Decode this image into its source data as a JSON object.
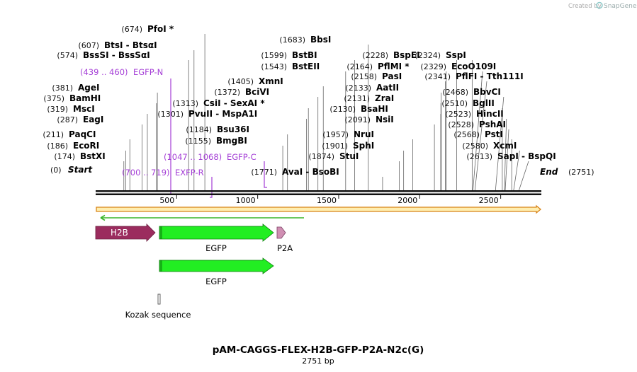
{
  "credit": {
    "prefix": "Created by",
    "brand": "SnapGene"
  },
  "title": "pAM-CAGGS-FLEX-H2B-GFP-P2A-N2c(G)",
  "subtitle": "2751 bp",
  "sequence_length": 2751,
  "scale_ticks": [
    "500",
    "1000",
    "1500",
    "2000",
    "2500"
  ],
  "colors": {
    "h2b": "#9b2c5e",
    "egfp": "#22ee22",
    "p2a": "#d08fb3",
    "primer": "#a43ed6",
    "orf_fill": "#ffeeb0",
    "orf_border": "#d8841a",
    "reading_frame": "#3ab52a"
  },
  "sites": [
    {
      "pos": "(0)",
      "name": "Start",
      "end": true
    },
    {
      "pos": "(174)",
      "name": "BstXI"
    },
    {
      "pos": "(186)",
      "name": "EcoRI"
    },
    {
      "pos": "(211)",
      "name": "PaqCI"
    },
    {
      "pos": "(287)",
      "name": "EagI"
    },
    {
      "pos": "(319)",
      "name": "MscI"
    },
    {
      "pos": "(375)",
      "name": "BamHI"
    },
    {
      "pos": "(381)",
      "name": "AgeI"
    },
    {
      "pos": "(574)",
      "name": "BssSI  - BssSαI"
    },
    {
      "pos": "(607)",
      "name": "BtsI  - BtsαI"
    },
    {
      "pos": "(674)",
      "name": "PfoI *"
    },
    {
      "pos": "(1155)",
      "name": "BmgBI"
    },
    {
      "pos": "(1184)",
      "name": "Bsu36I"
    },
    {
      "pos": "(1301)",
      "name": "PvuII  - MspA1I"
    },
    {
      "pos": "(1313)",
      "name": "CsiI  - SexAI *"
    },
    {
      "pos": "(1372)",
      "name": "BciVI"
    },
    {
      "pos": "(1405)",
      "name": "XmnI"
    },
    {
      "pos": "(1771)",
      "name": "AvaI  - BsoBI"
    },
    {
      "pos": "(1543)",
      "name": "BstEII"
    },
    {
      "pos": "(1599)",
      "name": "BstBI"
    },
    {
      "pos": "(1683)",
      "name": "BbsI"
    },
    {
      "pos": "(1874)",
      "name": "StuI"
    },
    {
      "pos": "(1901)",
      "name": "SphI"
    },
    {
      "pos": "(1957)",
      "name": "NruI"
    },
    {
      "pos": "(2091)",
      "name": "NsiI"
    },
    {
      "pos": "(2130)",
      "name": "BsaHI"
    },
    {
      "pos": "(2131)",
      "name": "ZraI"
    },
    {
      "pos": "(2133)",
      "name": "AatII"
    },
    {
      "pos": "(2158)",
      "name": "PasI"
    },
    {
      "pos": "(2164)",
      "name": "PflMI *"
    },
    {
      "pos": "(2228)",
      "name": "BspEI"
    },
    {
      "pos": "(2324)",
      "name": "SspI"
    },
    {
      "pos": "(2329)",
      "name": "EcoO109I"
    },
    {
      "pos": "(2341)",
      "name": "PflFI  - Tth111I"
    },
    {
      "pos": "(2468)",
      "name": "BbvCI"
    },
    {
      "pos": "(2510)",
      "name": "BglII"
    },
    {
      "pos": "(2523)",
      "name": "HincII"
    },
    {
      "pos": "(2528)",
      "name": "PshAI"
    },
    {
      "pos": "(2568)",
      "name": "PstI"
    },
    {
      "pos": "(2580)",
      "name": "XcmI"
    },
    {
      "pos": "(2613)",
      "name": "SapI  - BspQI"
    },
    {
      "pos": "(2751)",
      "name": "End",
      "end": true
    }
  ],
  "primers": [
    {
      "range": "(439 .. 460)",
      "name": "EGFP-N"
    },
    {
      "range": "(1047 .. 1068)",
      "name": "EGFP-C"
    },
    {
      "range": "(700 .. 719)",
      "name": "EXFP-R"
    }
  ],
  "features": [
    {
      "name": "H2B",
      "label_inside": true
    },
    {
      "name": "EGFP"
    },
    {
      "name": "P2A"
    },
    {
      "name": "EGFP"
    },
    {
      "name": "Kozak sequence"
    }
  ]
}
